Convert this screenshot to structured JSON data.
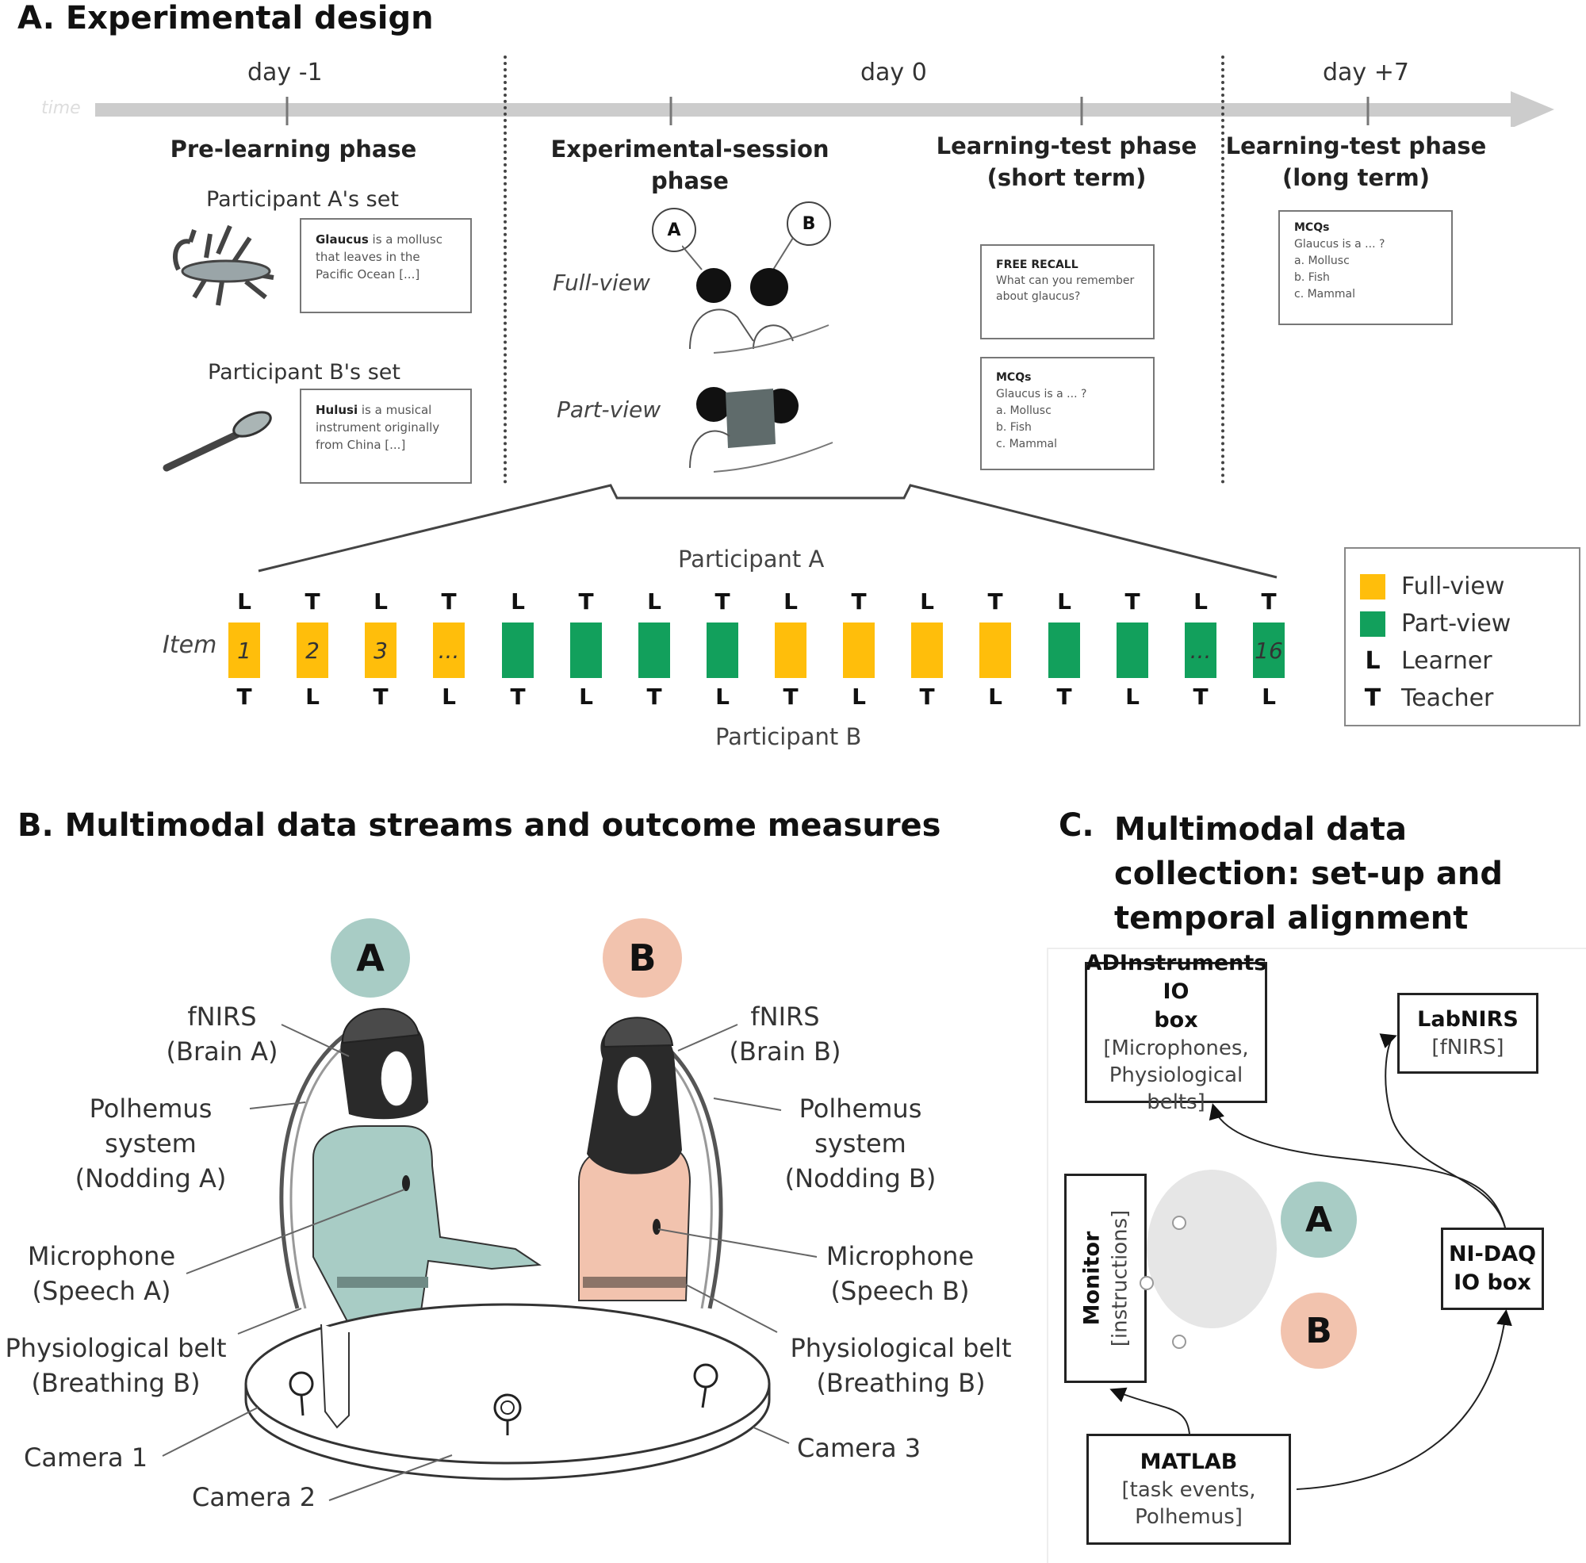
{
  "panel_a": {
    "title": "A. Experimental design",
    "timeline": {
      "axis_label": "time",
      "days": [
        "day -1",
        "day 0",
        "day +7"
      ]
    },
    "phases": {
      "pre_learning": "Pre-learning phase",
      "experimental_session_line1": "Experimental-session",
      "experimental_session_line2": "phase",
      "short_term_line1": "Learning-test phase",
      "short_term_line2": "(short term)",
      "long_term_line1": "Learning-test phase",
      "long_term_line2": "(long term)"
    },
    "sets": {
      "a_label": "Participant A's set",
      "a_card_term": "Glaucus",
      "a_card_text": " is a mollusc that leaves in the Pacific Ocean [...]",
      "b_label": "Participant B's set",
      "b_card_term": "Hulusi",
      "b_card_text": " is a musical instrument originally from China [...]"
    },
    "conditions": {
      "full_view": "Full-view",
      "part_view": "Part-view",
      "badge_a": "A",
      "badge_b": "B"
    },
    "tests": {
      "free_recall_title": "FREE RECALL",
      "free_recall_text": "What can you remember about glaucus?",
      "mcq_title": "MCQs",
      "mcq_question": "Glaucus is a ... ?",
      "mcq_options": [
        "a. Mollusc",
        "b. Fish",
        "c. Mammal"
      ]
    },
    "sequence": {
      "participant_a": "Participant A",
      "participant_b": "Participant B",
      "item_label": "Item",
      "items": [
        {
          "label": "1",
          "type": "full",
          "a_role": "L",
          "b_role": "T"
        },
        {
          "label": "2",
          "type": "full",
          "a_role": "T",
          "b_role": "L"
        },
        {
          "label": "3",
          "type": "full",
          "a_role": "L",
          "b_role": "T"
        },
        {
          "label": "...",
          "type": "full",
          "a_role": "T",
          "b_role": "L"
        },
        {
          "label": "",
          "type": "part",
          "a_role": "L",
          "b_role": "T"
        },
        {
          "label": "",
          "type": "part",
          "a_role": "T",
          "b_role": "L"
        },
        {
          "label": "",
          "type": "part",
          "a_role": "L",
          "b_role": "T"
        },
        {
          "label": "",
          "type": "part",
          "a_role": "T",
          "b_role": "L"
        },
        {
          "label": "",
          "type": "full",
          "a_role": "L",
          "b_role": "T"
        },
        {
          "label": "",
          "type": "full",
          "a_role": "T",
          "b_role": "L"
        },
        {
          "label": "",
          "type": "full",
          "a_role": "L",
          "b_role": "T"
        },
        {
          "label": "",
          "type": "full",
          "a_role": "T",
          "b_role": "L"
        },
        {
          "label": "",
          "type": "part",
          "a_role": "L",
          "b_role": "T"
        },
        {
          "label": "",
          "type": "part",
          "a_role": "T",
          "b_role": "L"
        },
        {
          "label": "...",
          "type": "part",
          "a_role": "L",
          "b_role": "T"
        },
        {
          "label": "16",
          "type": "part",
          "a_role": "T",
          "b_role": "L"
        }
      ]
    },
    "legend": {
      "full_view": "Full-view",
      "part_view": "Part-view",
      "learner_key": "L",
      "learner": "Learner",
      "teacher_key": "T",
      "teacher": "Teacher"
    },
    "colors": {
      "full_view": "#FFBE0B",
      "part_view": "#12A05C",
      "timeline": "#CCCCCC"
    }
  },
  "panel_b": {
    "title": "B. Multimodal data streams and outcome measures",
    "badge_a": "A",
    "badge_b": "B",
    "labels_left": {
      "fnirs_1": "fNIRS",
      "fnirs_2": "(Brain A)",
      "polhemus_1": "Polhemus",
      "polhemus_2": "system",
      "polhemus_3": "(Nodding A)",
      "mic_1": "Microphone",
      "mic_2": "(Speech A)",
      "belt_1": "Physiological belt",
      "belt_2": "(Breathing B)",
      "camera1": "Camera 1",
      "camera2": "Camera 2"
    },
    "labels_right": {
      "fnirs_1": "fNIRS",
      "fnirs_2": "(Brain B)",
      "polhemus_1": "Polhemus",
      "polhemus_2": "system",
      "polhemus_3": "(Nodding B)",
      "mic_1": "Microphone",
      "mic_2": "(Speech B)",
      "belt_1": "Physiological belt",
      "belt_2": "(Breathing B)",
      "camera3": "Camera 3"
    },
    "colors": {
      "participant_a": "#A8CCC5",
      "participant_b": "#F2C3AE"
    }
  },
  "panel_c": {
    "title_prefix": "C.",
    "title_line1": "Multimodal data",
    "title_line2": "collection: set-up and",
    "title_line3": "temporal alignment",
    "adinstruments": {
      "title_1": "ADInstruments IO",
      "title_2": "box",
      "sub_1": "[Microphones,",
      "sub_2": "Physiological belts]"
    },
    "labnirs": {
      "title": "LabNIRS",
      "sub": "[fNIRS]"
    },
    "monitor": {
      "title": "Monitor",
      "sub": "[instructions]"
    },
    "nidaq": {
      "title_1": "NI-DAQ",
      "title_2": "IO box"
    },
    "matlab": {
      "title": "MATLAB",
      "sub_1": "[task events,",
      "sub_2": "Polhemus]"
    },
    "badge_a": "A",
    "badge_b": "B"
  }
}
